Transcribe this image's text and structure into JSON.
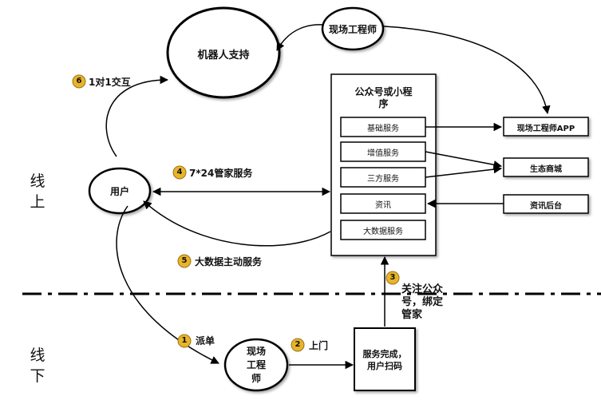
{
  "zones": {
    "online_line1": "线",
    "online_line2": "上",
    "offline_line1": "线",
    "offline_line2": "下"
  },
  "nodes": {
    "robot_support": "机器人支持",
    "field_engineer_top": "现场工程师",
    "user": "用户",
    "field_engineer_bottom_line1": "现场",
    "field_engineer_bottom_line2": "工程",
    "field_engineer_bottom_line3": "师",
    "service_done_line1": "服务完成，",
    "service_done_line2": "用户扫码"
  },
  "platform": {
    "title_line1": "公众号或小程",
    "title_line2": "序",
    "services": [
      "基础服务",
      "增值服务",
      "三方服务",
      "资讯",
      "大数据服务"
    ]
  },
  "external": {
    "engineer_app": "现场工程师APP",
    "eco_mall": "生态商城",
    "news_backend": "资讯后台"
  },
  "steps": {
    "s1": {
      "num": "1",
      "label": "派单"
    },
    "s2": {
      "num": "2",
      "label": "上门"
    },
    "s3": {
      "num": "3",
      "label_line1": "关注公众",
      "label_line2": "号，绑定",
      "label_line3": "管家"
    },
    "s4": {
      "num": "4",
      "label": "7*24管家服务"
    },
    "s5": {
      "num": "5",
      "label": "大数据主动服务"
    },
    "s6": {
      "num": "6",
      "label": "1对1交互"
    }
  },
  "colors": {
    "step_badge": "#E8B42A",
    "step_badge_border": "#9A7418",
    "line": "#000000"
  }
}
